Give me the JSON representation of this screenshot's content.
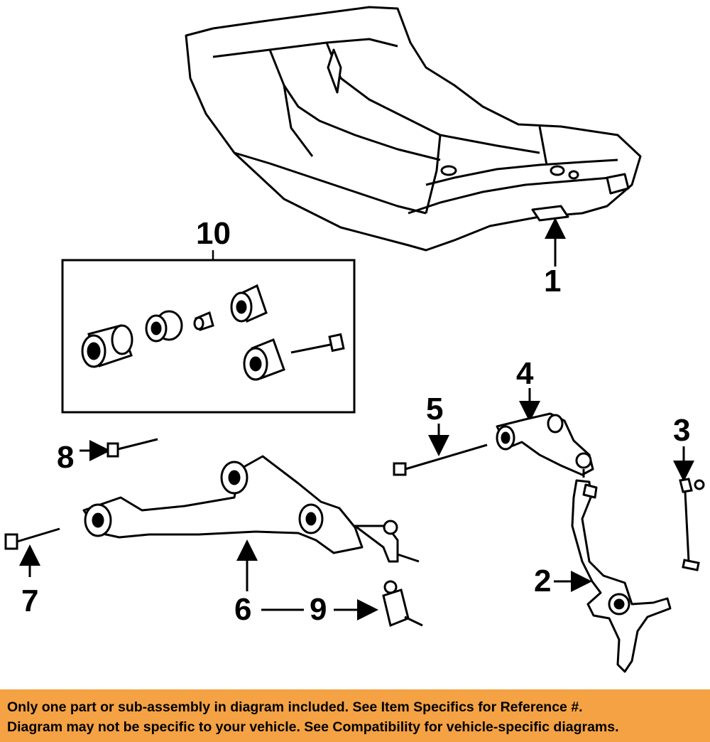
{
  "callouts": {
    "c1": "1",
    "c2": "2",
    "c3": "3",
    "c4": "4",
    "c5": "5",
    "c6": "6",
    "c7": "7",
    "c8": "8",
    "c9": "9",
    "c10": "10"
  },
  "banner": {
    "line1": "Only one part or sub-assembly in diagram included. See Item Specifics for Reference #.",
    "line2": "Diagram may not be specific to your vehicle. See Compatibility for vehicle-specific diagrams."
  },
  "colors": {
    "banner_bg": "#f4a244",
    "ink": "#000000",
    "part_fill": "#ffffff"
  }
}
